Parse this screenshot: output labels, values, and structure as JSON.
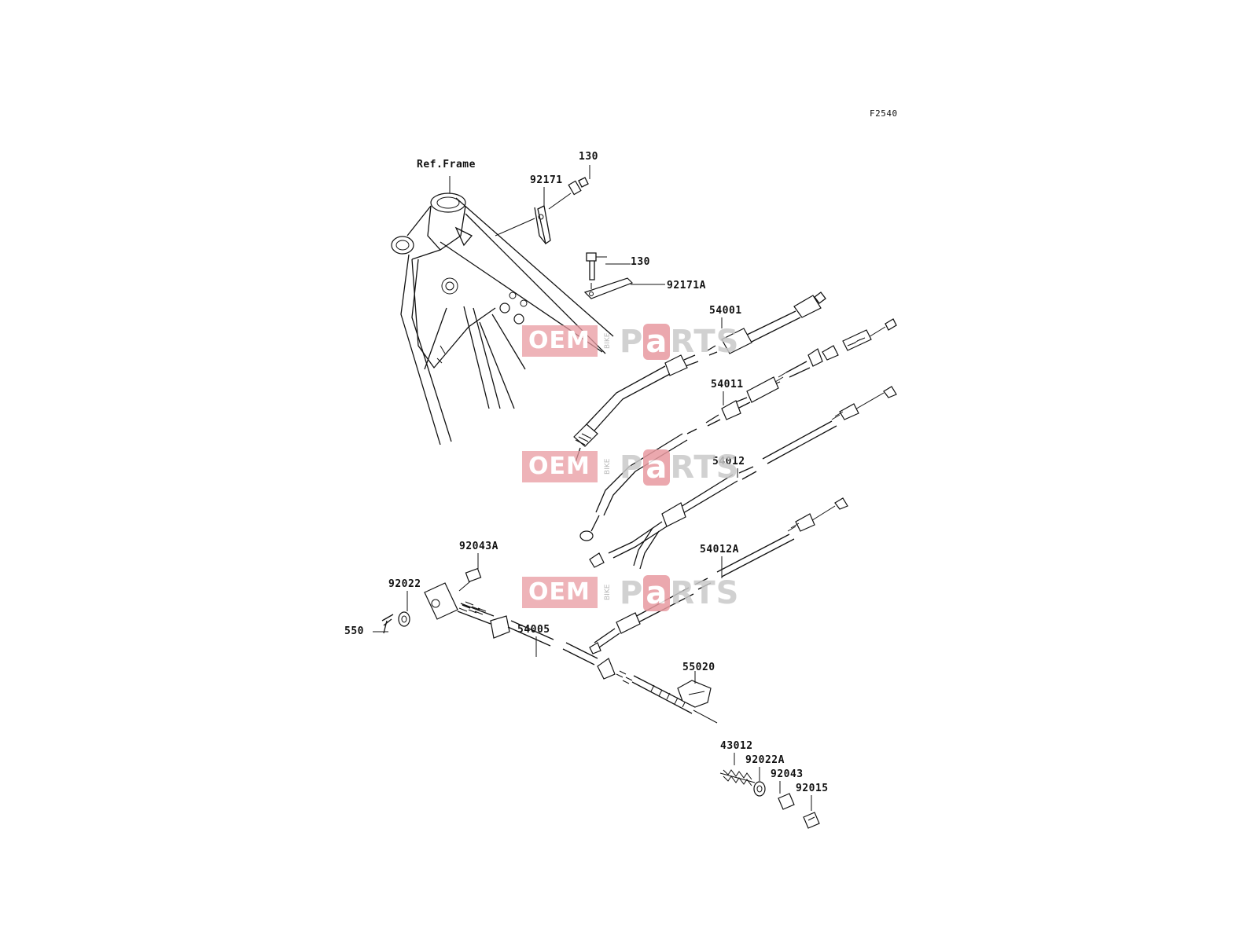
{
  "figure_code": "F2540",
  "reference": "Ref.Frame",
  "callouts": {
    "p130a": "130",
    "p92171": "92171",
    "p130b": "130",
    "p92171A": "92171A",
    "p54001": "54001",
    "p54011": "54011",
    "p54012": "54012",
    "p54012A": "54012A",
    "p92043A": "92043A",
    "p92022": "92022",
    "p550": "550",
    "p54005": "54005",
    "p55020": "55020",
    "p43012": "43012",
    "p92022A": "92022A",
    "p92043": "92043",
    "p92015": "92015"
  },
  "watermark": {
    "oem": "OEM",
    "bike": "BIKE",
    "parts_p": "P",
    "parts_a": "a",
    "parts_rts": "RTS"
  },
  "colors": {
    "line": "#111111",
    "watermark_pink": "#e89aa0",
    "watermark_gray": "#c9c9c9"
  }
}
